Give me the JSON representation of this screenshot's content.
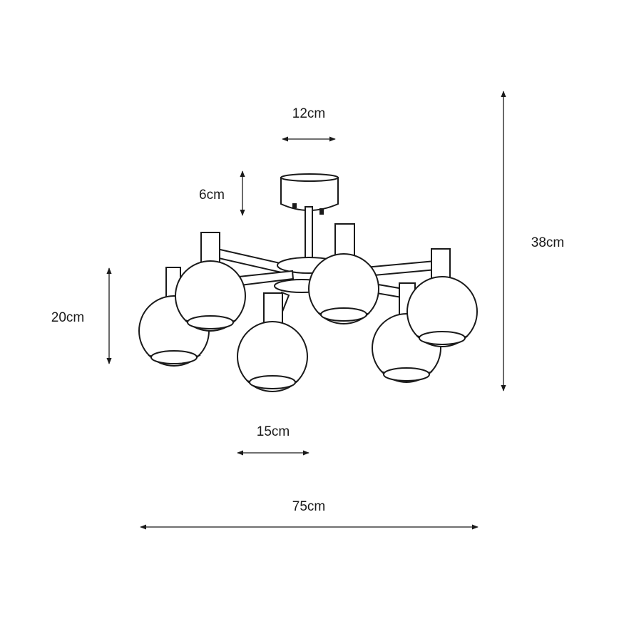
{
  "dimensions": {
    "canopy_width": "12cm",
    "canopy_height": "6cm",
    "shade_height": "20cm",
    "total_height": "38cm",
    "shade_width": "15cm",
    "total_width": "75cm"
  }
}
